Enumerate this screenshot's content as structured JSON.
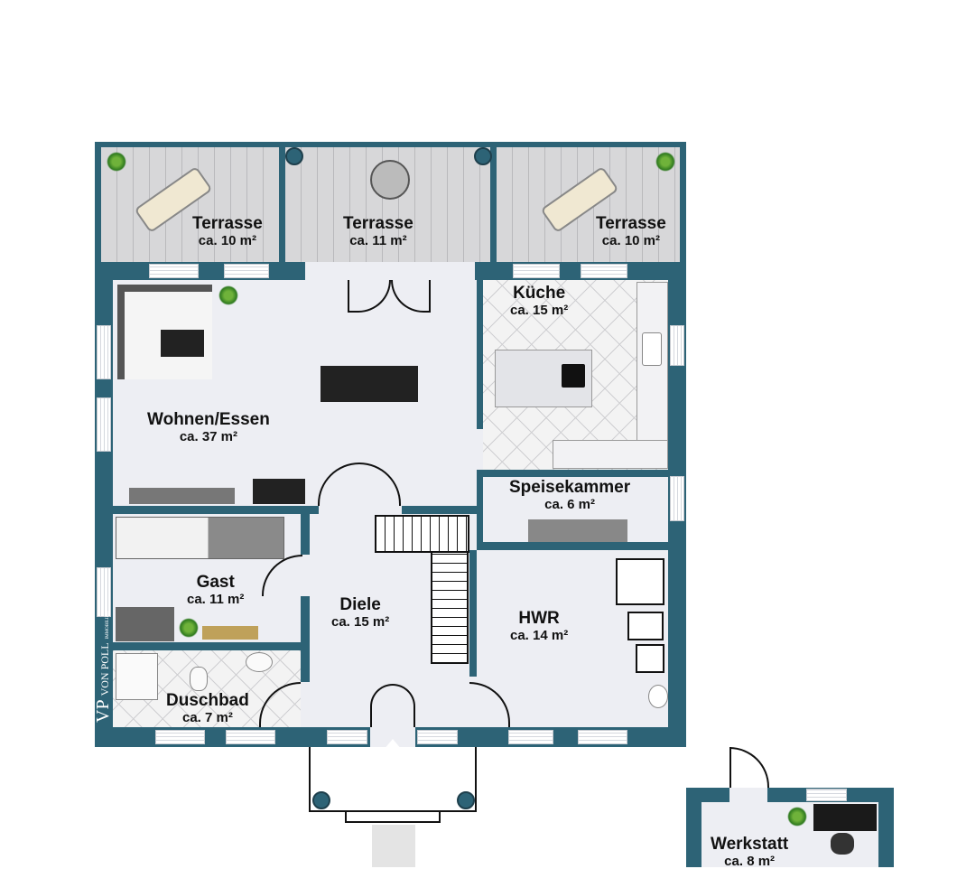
{
  "rooms": {
    "terrasse_left": {
      "name": "Terrasse",
      "area": "ca. 10 m²"
    },
    "terrasse_mid": {
      "name": "Terrasse",
      "area": "ca. 11 m²"
    },
    "terrasse_right": {
      "name": "Terrasse",
      "area": "ca. 10 m²"
    },
    "kueche": {
      "name": "Küche",
      "area": "ca. 15 m²"
    },
    "wohnen": {
      "name": "Wohnen/Essen",
      "area": "ca. 37 m²"
    },
    "speisekammer": {
      "name": "Speisekammer",
      "area": "ca. 6 m²"
    },
    "gast": {
      "name": "Gast",
      "area": "ca. 11 m²"
    },
    "diele": {
      "name": "Diele",
      "area": "ca. 15 m²"
    },
    "hwr": {
      "name": "HWR",
      "area": "ca. 14 m²"
    },
    "duschbad": {
      "name": "Duschbad",
      "area": "ca. 7 m²"
    },
    "werkstatt": {
      "name": "Werkstatt",
      "area": "ca. 8 m²"
    }
  },
  "logo": {
    "mark": "VP",
    "name": "VON POLL",
    "sub": "IMMOBILIEN"
  },
  "colors": {
    "wall": "#2d6376",
    "floor": "#edeef3"
  }
}
